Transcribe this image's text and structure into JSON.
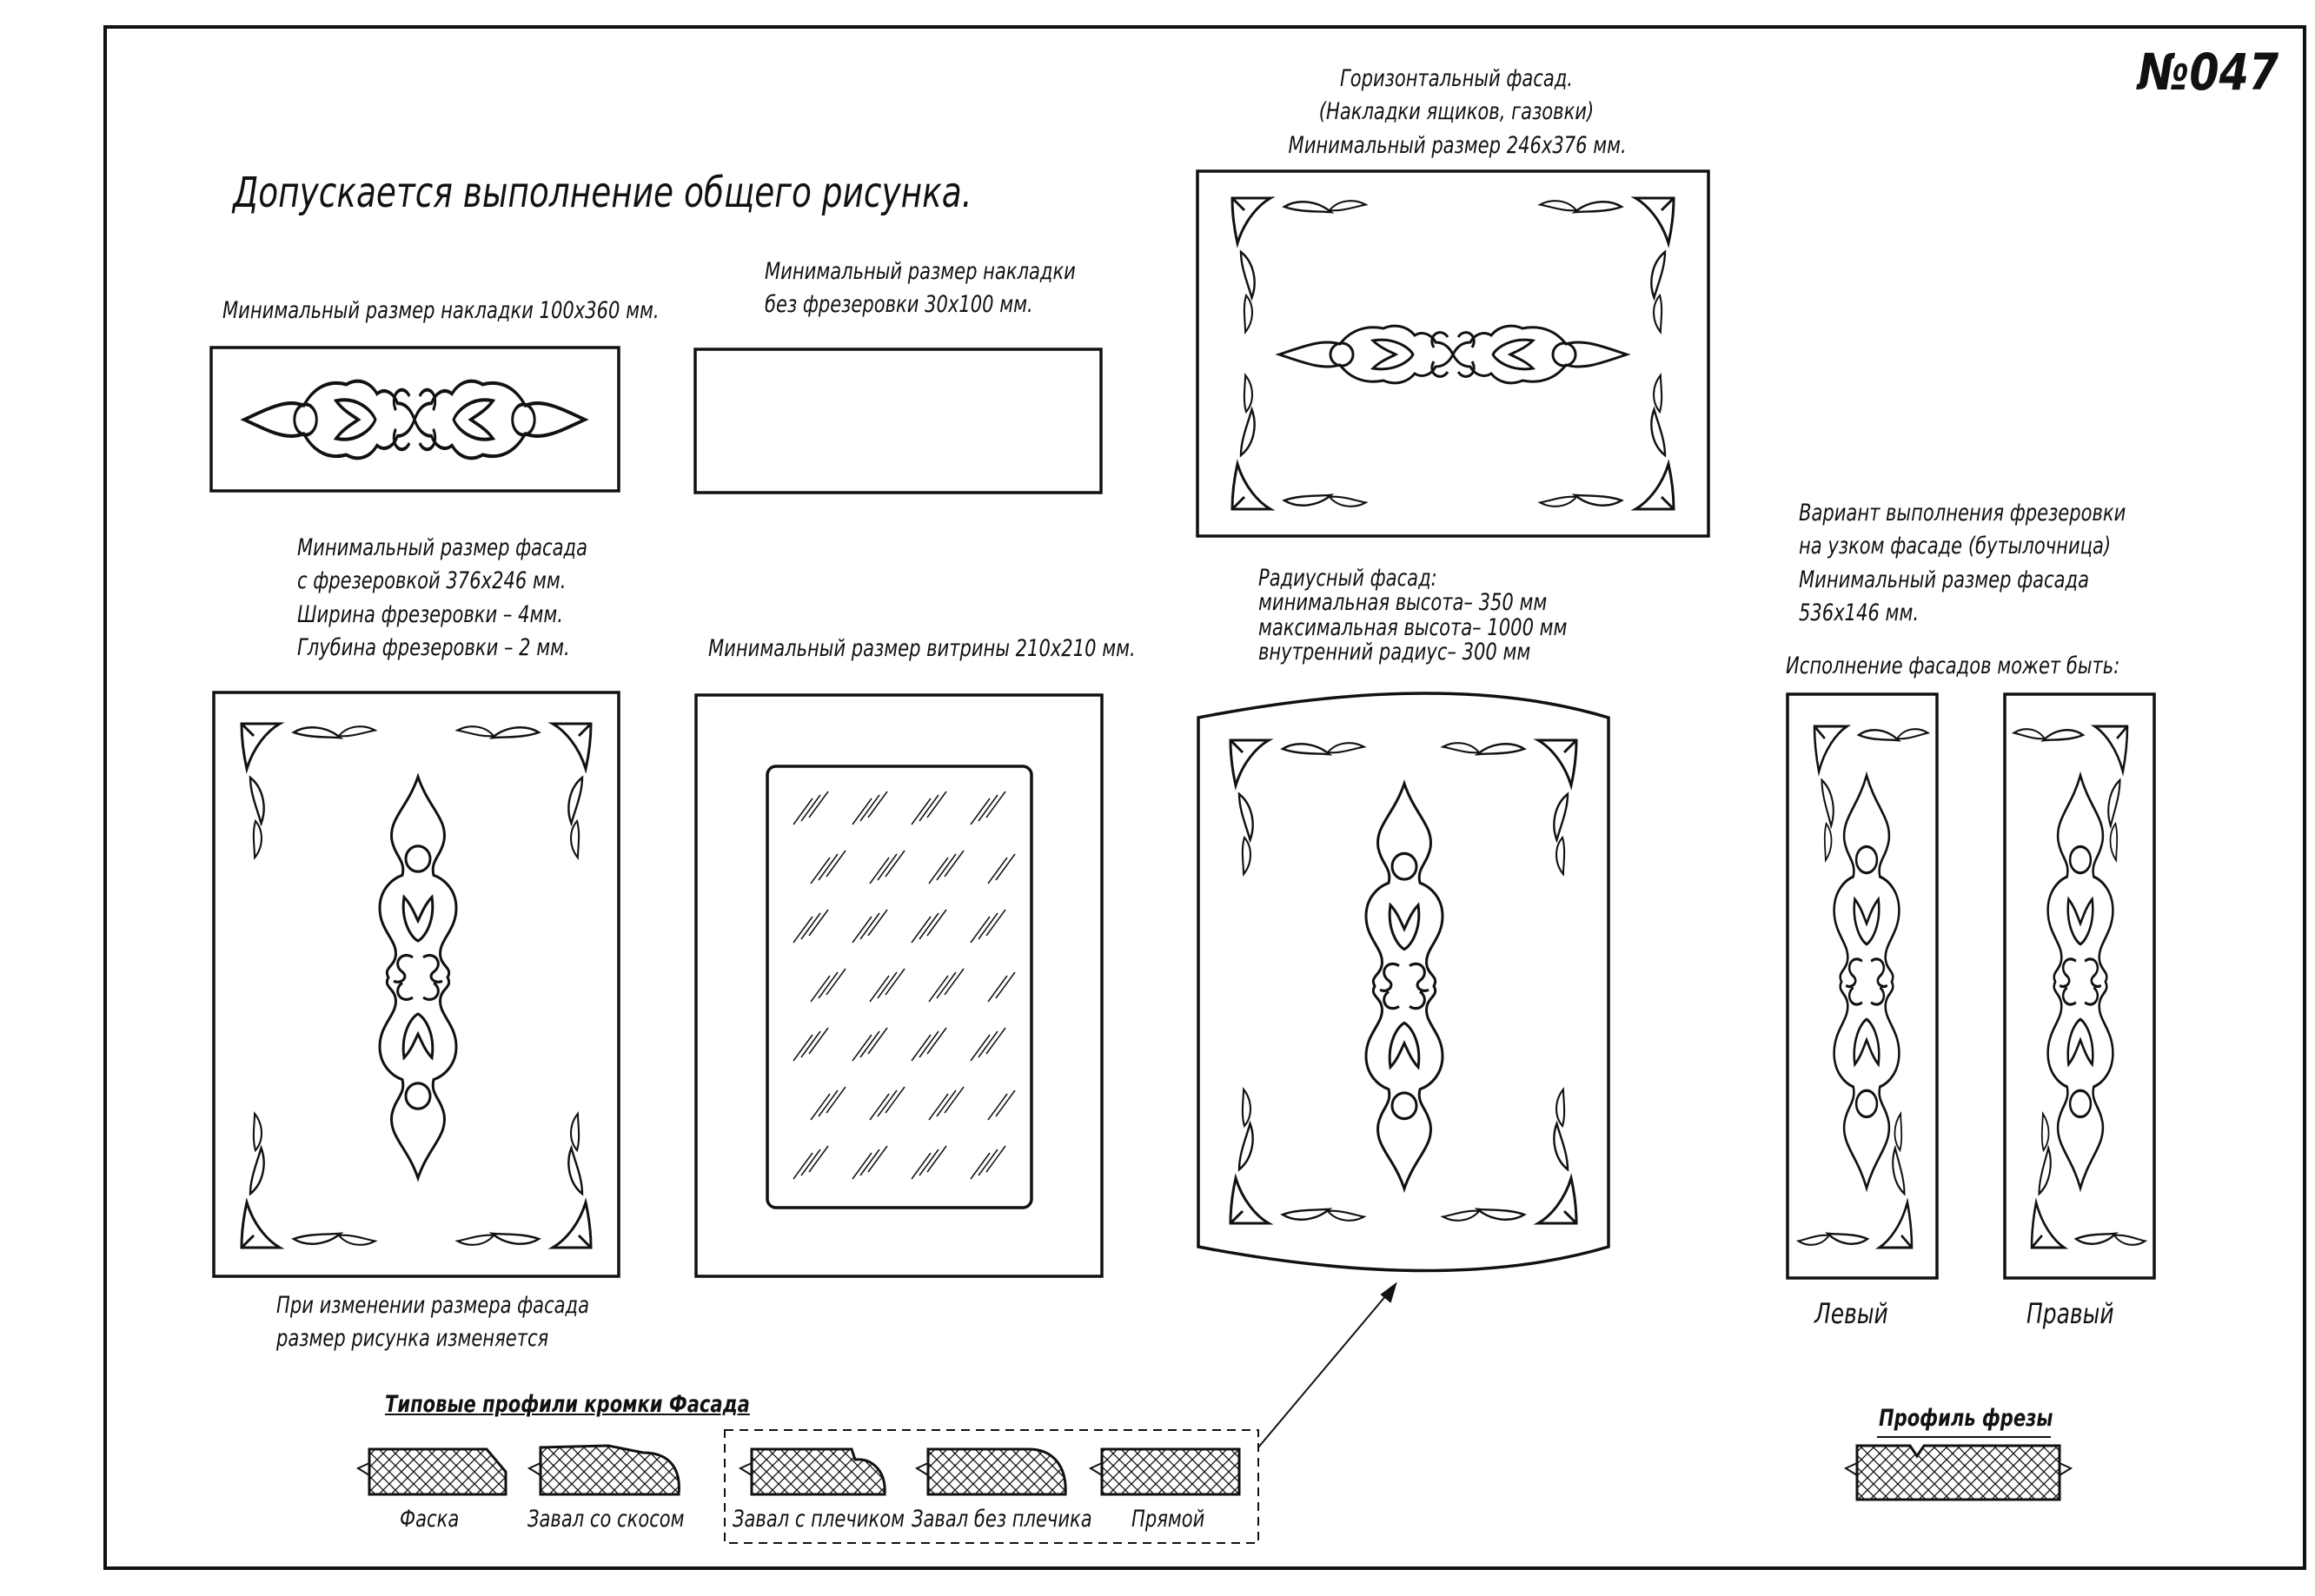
{
  "sheet_number": "№047",
  "header_note": "Допускается выполнение общего рисунка.",
  "overlay_note": {
    "text": "Минимальный размер накладки 100х360 мм."
  },
  "overlay_plain_note": {
    "lines": [
      "Минимальный размер накладки",
      "без фрезеровки 30х100 мм."
    ]
  },
  "horizontal_facade_note": {
    "lines": [
      "Горизонтальный фасад.",
      "(Накладки ящиков, газовки)",
      "Минимальный размер 246х376 мм."
    ]
  },
  "milled_facade_note": {
    "lines": [
      "Минимальный размер фасада",
      "с фрезеровкой 376х246 мм.",
      "Ширина фрезеровки – 4мм.",
      "Глубина фрезеровки – 2 мм."
    ]
  },
  "showcase_note": {
    "text": "Минимальный размер витрины 210х210 мм."
  },
  "radius_facade_note": {
    "lines": [
      "Радиусный фасад:",
      "минимальная высота– 350 мм",
      "максимальная высота– 1000 мм",
      "внутренний радиус– 300 мм"
    ]
  },
  "narrow_facade_note": {
    "lines": [
      "Вариант выполнения фрезеровки",
      "на узком фасаде (бутылочница)",
      "Минимальный размер фасада",
      "536х146 мм."
    ]
  },
  "facade_options_note": "Исполнение фасадов может быть:",
  "resize_note": {
    "lines": [
      "При изменении размера фасада",
      "размер рисунка изменяется"
    ]
  },
  "variants": {
    "left": "Левый",
    "right": "Правый"
  },
  "profiles": {
    "title": "Типовые профили кромки Фасада",
    "items": [
      "Фаска",
      "Завал со скосом",
      "Завал с плечиком",
      "Завал без плечика",
      "Прямой"
    ]
  },
  "cutter_profile": {
    "title": "Профиль фрезы"
  },
  "colors": {
    "ink": "#111111",
    "paper": "#ffffff"
  }
}
